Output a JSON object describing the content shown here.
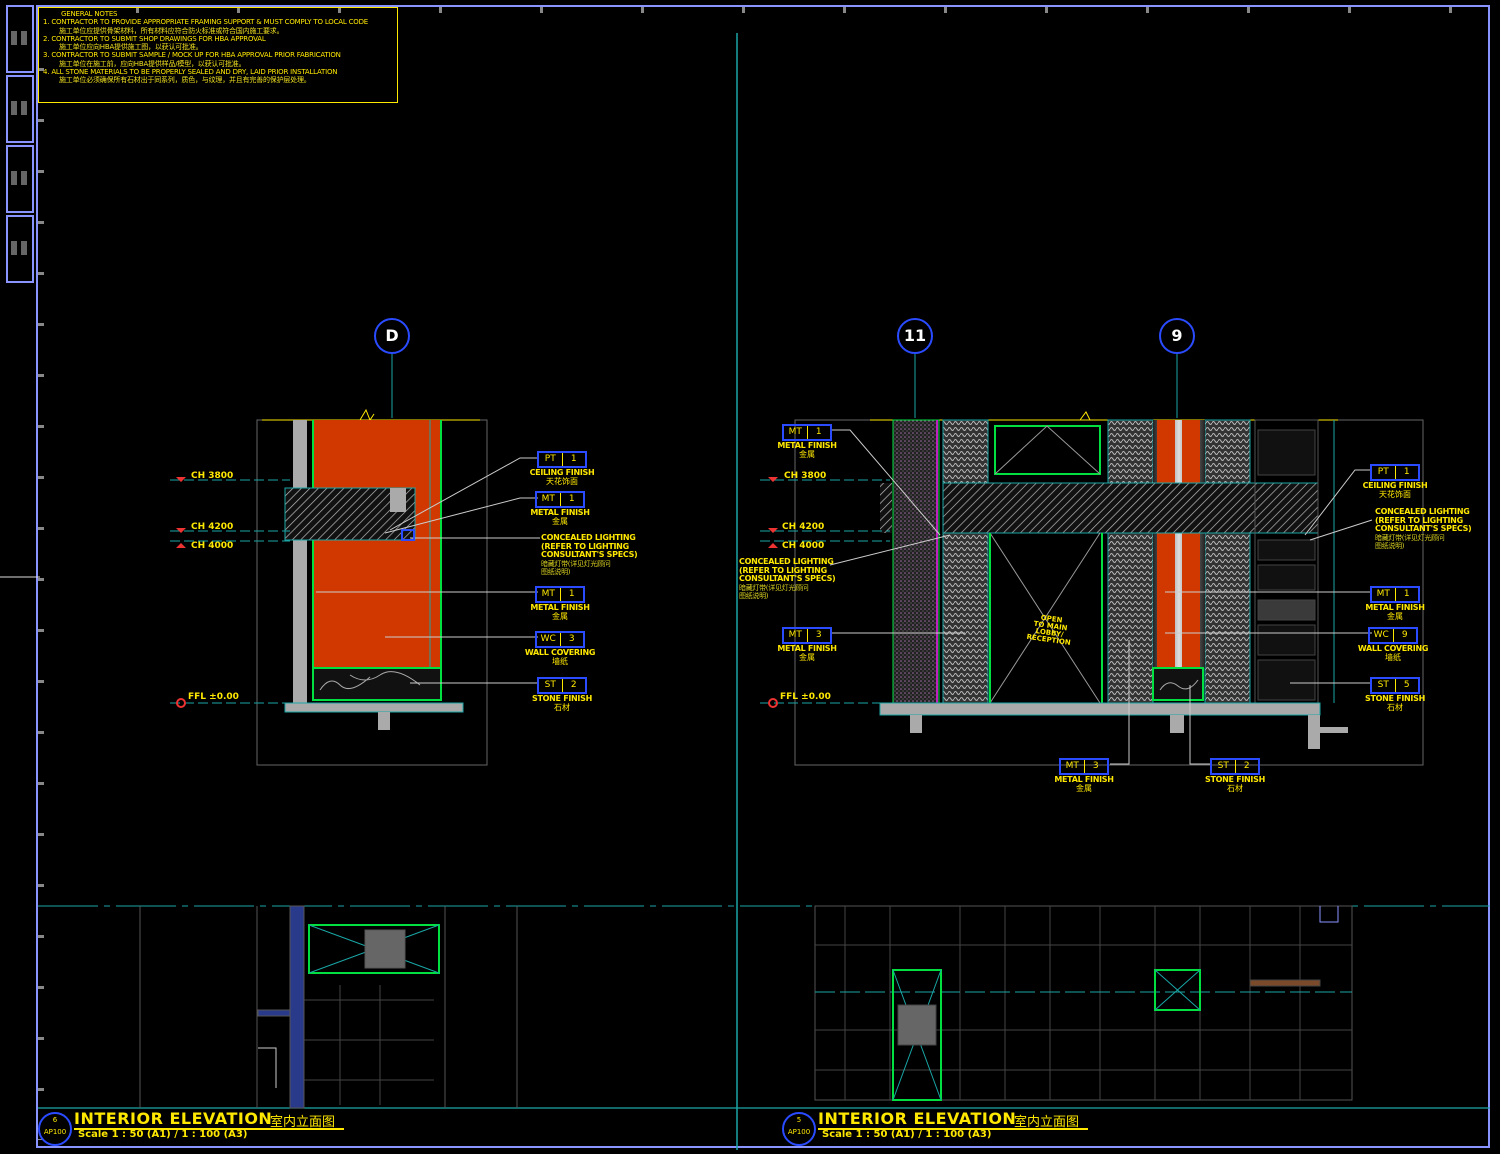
{
  "general_notes": {
    "heading": "GENERAL NOTES",
    "items": [
      {
        "num": "1.",
        "en": "CONTRACTOR TO PROVIDE APPROPRIATE FRAMING SUPPORT & MUST COMPLY TO LOCAL CODE",
        "cn": "施工单位应提供骨架材料，所有材料应符合防火标准或符合国内施工要求。"
      },
      {
        "num": "2.",
        "en": "CONTRACTOR TO SUBMIT SHOP DRAWINGS FOR HBA APPROVAL",
        "cn": "施工单位应向HBA提供施工图，以获认可批准。"
      },
      {
        "num": "3.",
        "en": "CONTRACTOR TO SUBMIT SAMPLE / MOCK UP FOR HBA APPROVAL PRIOR FABRICATION",
        "cn": "施工单位在施工前，应向HBA提供样品/模型，以获认可批准。"
      },
      {
        "num": "4.",
        "en": "ALL STONE MATERIALS TO BE PROPERLY SEALED AND DRY, LAID PRIOR INSTALLATION",
        "cn": "施工单位必须确保所有石材出于同系列，质色，与纹理，并且有完善的保护层处理。"
      }
    ]
  },
  "grid_bubbles": [
    "D",
    "11",
    "9"
  ],
  "levels": {
    "ch1": "CH 3800",
    "ch2": "CH 4200",
    "ch3": "CH 4000",
    "ffl": "FFL ±0.00"
  },
  "tags_left": [
    {
      "code": "PT",
      "num": "1",
      "label": "CEILING FINISH",
      "cn": "天花饰面"
    },
    {
      "code": "MT",
      "num": "1",
      "label": "METAL FINISH",
      "cn": "金属"
    },
    {
      "code": "MT",
      "num": "1",
      "label": "METAL FINISH",
      "cn": "金属"
    },
    {
      "code": "WC",
      "num": "3",
      "label": "WALL COVERING",
      "cn": "墙纸"
    },
    {
      "code": "ST",
      "num": "2",
      "label": "STONE FINISH",
      "cn": "石材"
    }
  ],
  "tags_right": [
    {
      "code": "MT",
      "num": "1",
      "label": "METAL FINISH",
      "cn": "金属"
    },
    {
      "code": "MT",
      "num": "3",
      "label": "METAL FINISH",
      "cn": "金属"
    },
    {
      "code": "PT",
      "num": "1",
      "label": "CEILING FINISH",
      "cn": "天花饰面"
    },
    {
      "code": "MT",
      "num": "1",
      "label": "METAL FINISH",
      "cn": "金属"
    },
    {
      "code": "WC",
      "num": "9",
      "label": "WALL COVERING",
      "cn": "墙纸"
    },
    {
      "code": "ST",
      "num": "5",
      "label": "STONE FINISH",
      "cn": "石材"
    },
    {
      "code": "MT",
      "num": "3",
      "label": "METAL FINISH",
      "cn": "金属"
    },
    {
      "code": "ST",
      "num": "2",
      "label": "STONE FINISH",
      "cn": "石材"
    }
  ],
  "concealed_lighting": {
    "l1": "CONCEALED LIGHTING",
    "l2": "(REFER TO LIGHTING",
    "l3": "CONSULTANT'S SPECS)",
    "cn1": "暗藏灯带(详见灯光顾问",
    "cn2": "图纸说明)"
  },
  "open_note": {
    "l1": "OPEN",
    "l2": "TO MAIN LOBBY/",
    "l3": "RECEPTION"
  },
  "titles": [
    {
      "num": "6",
      "sheet": "AP100",
      "title": "INTERIOR ELEVATION",
      "cn": "室内立面图",
      "scale": "Scale 1 : 50 (A1) / 1 : 100 (A3)"
    },
    {
      "num": "5",
      "sheet": "AP100",
      "title": "INTERIOR ELEVATION",
      "cn": "室内立面图",
      "scale": "Scale 1 : 50 (A1) / 1 : 100 (A3)"
    }
  ]
}
